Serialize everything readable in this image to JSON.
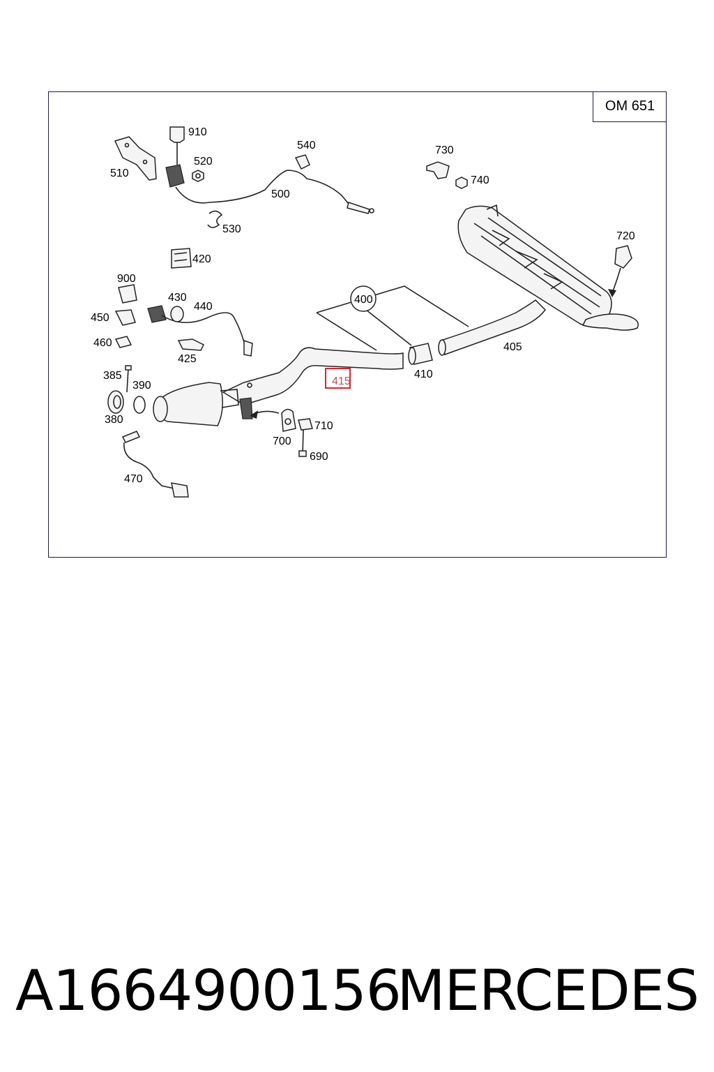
{
  "diagram": {
    "engine_code": "OM 651",
    "highlighted_part": "415",
    "labels": {
      "p910": "910",
      "p520": "520",
      "p510": "510",
      "p540": "540",
      "p500": "500",
      "p530": "530",
      "p730": "730",
      "p740": "740",
      "p720": "720",
      "p420": "420",
      "p900": "900",
      "p430": "430",
      "p440": "440",
      "p450": "450",
      "p460": "460",
      "p425": "425",
      "p400": "400",
      "p405": "405",
      "p410": "410",
      "p415": "415",
      "p385": "385",
      "p390": "390",
      "p380": "380",
      "p700": "700",
      "p710": "710",
      "p690": "690",
      "p470": "470"
    }
  },
  "caption": {
    "part_number": "A1664900156",
    "brand": "MERCEDES"
  },
  "colors": {
    "frame": "#1a1a3a",
    "highlight": "#d8232a",
    "highlight_text": "#c0505a"
  }
}
